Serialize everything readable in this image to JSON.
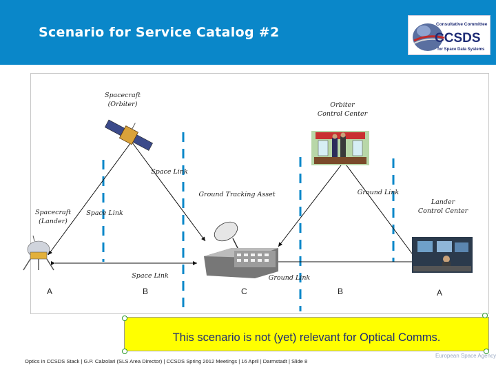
{
  "header": {
    "title": "Scenario for Service Catalog #2"
  },
  "logo": {
    "line1": "Consultative Committee",
    "line2": "CCSDS",
    "line3": "for Space Data Systems"
  },
  "diagram": {
    "labels": {
      "spacecraft_orbiter": [
        "Spacecraft",
        "(Orbiter)"
      ],
      "orbiter_control_center": [
        "Orbiter",
        "Control Center"
      ],
      "space_link_top": "Space Link",
      "ground_tracking_asset": "Ground Tracking Asset",
      "ground_link_top": "Ground Link",
      "spacecraft_lander": [
        "Spacecraft",
        "(Lander)"
      ],
      "space_link_left": "Space Link",
      "lander_control_center": [
        "Lander",
        "Control Center"
      ],
      "space_link_bottom": "Space Link",
      "ground_link_bottom": "Ground Link"
    },
    "letters": [
      "A",
      "B",
      "C",
      "B",
      "A"
    ]
  },
  "note": {
    "text": "This scenario is not (yet) relevant for Optical Comms."
  },
  "footer": {
    "text": "Optics in CCSDS Stack | G.P. Calzolari (SLS Area Director) | CCSDS Spring 2012 Meetings | 16 April | Darmstadt | Slide 8"
  },
  "watermark": {
    "text": "European Space Agency"
  },
  "colors": {
    "header_bg": "#0a87c9",
    "dashed_line": "#0a87c9",
    "note_bg": "#ffff00",
    "note_text": "#1e2c75"
  }
}
